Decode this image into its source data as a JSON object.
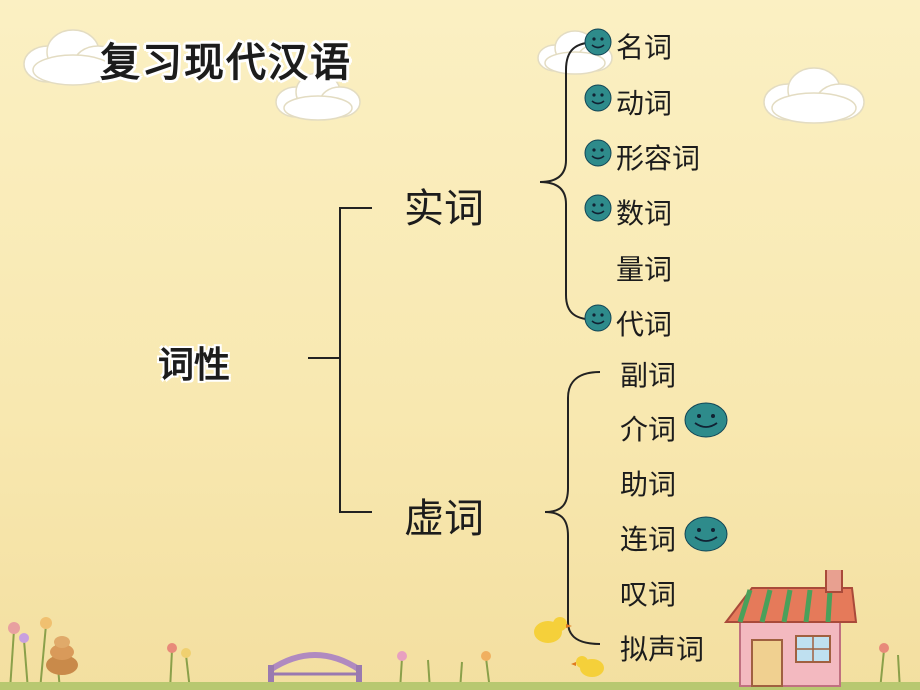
{
  "title": "复习现代汉语",
  "root": "词性",
  "categories": [
    {
      "label": "实词",
      "words": [
        "名词",
        "动词",
        "形容词",
        "数词",
        "量词",
        "代词"
      ]
    },
    {
      "label": "虚词",
      "words": [
        "副词",
        "介词",
        "助词",
        "连词",
        "叹词",
        "拟声词"
      ]
    }
  ],
  "colors": {
    "background": "#f9ebb3",
    "smiley": "#2e8b8b",
    "line": "#222222"
  },
  "icons": [
    "smiley-icon",
    "cloud-icon",
    "house-icon",
    "chick-icon",
    "flower-icon"
  ]
}
